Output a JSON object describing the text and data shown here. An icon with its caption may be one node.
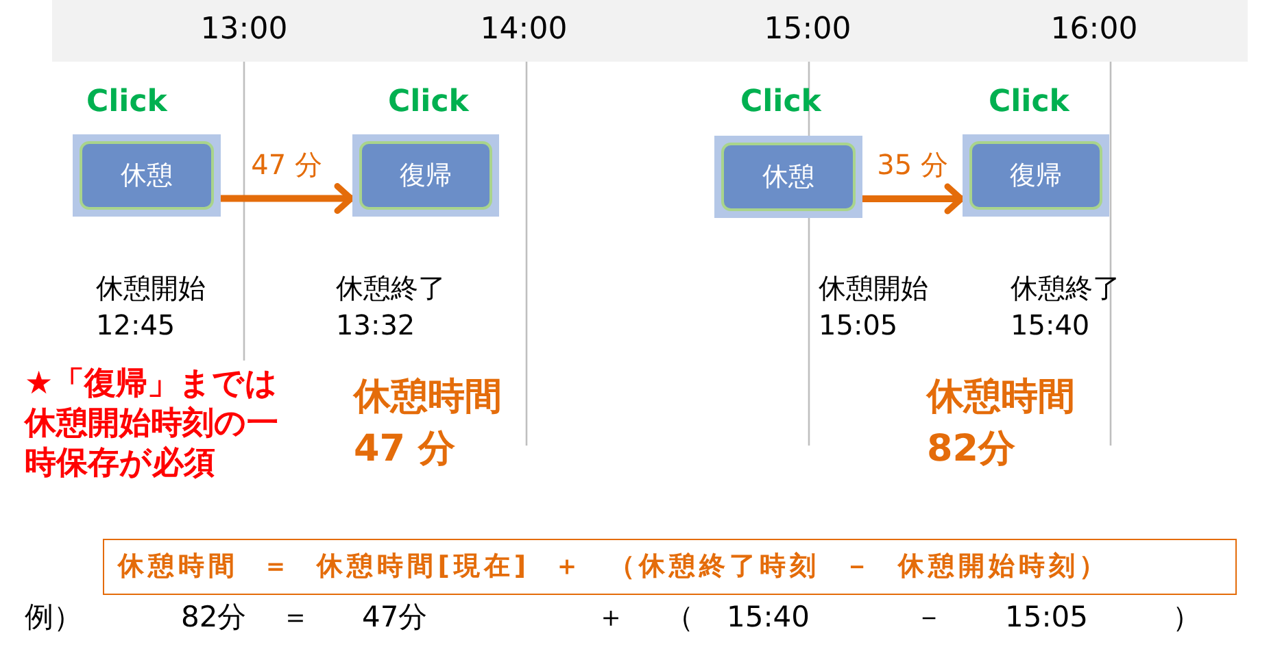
{
  "diagram": {
    "nodes": [
      {
        "text": [
          "休憩"
        ],
        "beside": [
          "Click",
          "休憩開始 12:45"
        ]
      },
      {
        "text": [
          "復帰"
        ],
        "beside": [
          "Click",
          "休憩終了 13:32"
        ]
      },
      {
        "text": [
          "休憩"
        ],
        "beside": [
          "Click",
          "休憩開始 15:05"
        ]
      },
      {
        "text": [
          "復帰"
        ],
        "beside": [
          "Click",
          "休憩終了 15:40"
        ]
      },
      {
        "text": [
          "休憩時間 ＝ 休憩時間[現在] ＋ （休憩終了時刻 － 休憩開始時刻）"
        ]
      }
    ],
    "edges": [
      {
        "from": 0,
        "to": 1,
        "arrow": "to",
        "label": "47 分"
      },
      {
        "from": 2,
        "to": 3,
        "arrow": "to",
        "label": "35 分"
      }
    ],
    "labels": [
      "13:00",
      "14:00",
      "15:00",
      "16:00",
      "★「復帰」までは休憩開始時刻の一時保存が必須",
      "休憩時間",
      "47 分",
      "休憩時間",
      "82分",
      "例）",
      "82分",
      "＝",
      "47分",
      "＋",
      "（",
      "15:40",
      "－",
      "15:05",
      "）"
    ]
  }
}
